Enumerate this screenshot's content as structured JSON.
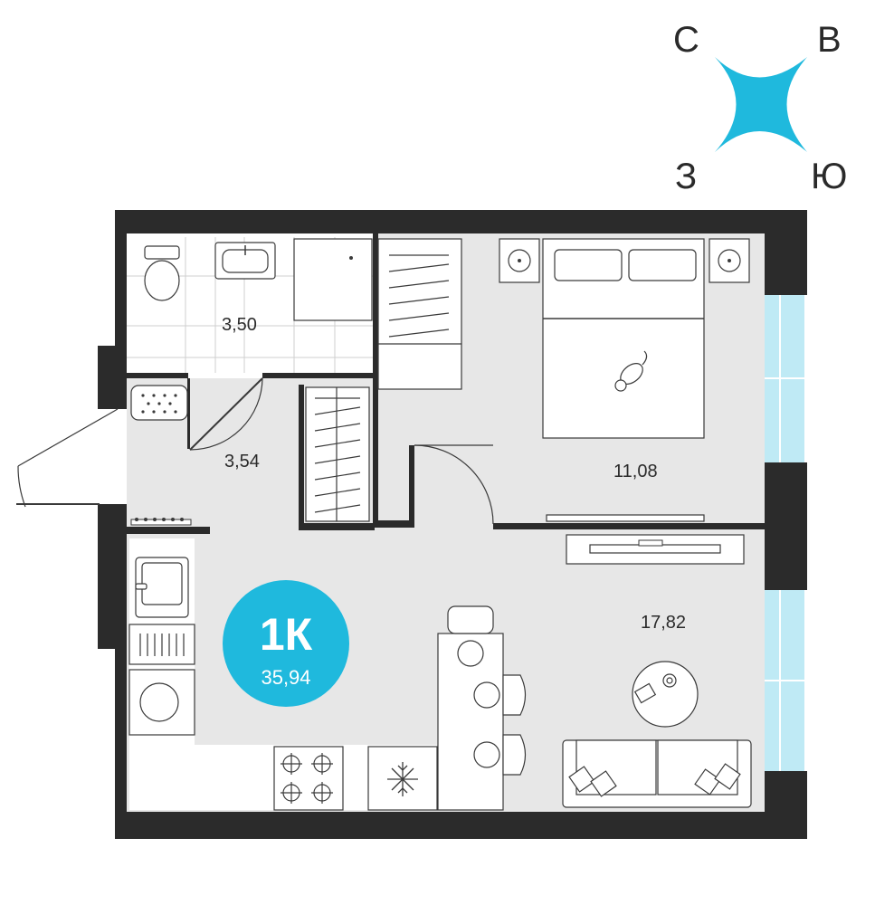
{
  "compass": {
    "north": "С",
    "east": "В",
    "west": "З",
    "south": "Ю",
    "color": "#1fb9dd"
  },
  "badge": {
    "type": "1К",
    "total_area": "35,94",
    "color": "#1fb9dd"
  },
  "rooms": [
    {
      "name": "bathroom",
      "area": "3,50"
    },
    {
      "name": "hallway",
      "area": "3,54"
    },
    {
      "name": "bedroom",
      "area": "11,08"
    },
    {
      "name": "living-kitchen",
      "area": "17,82"
    }
  ],
  "colors": {
    "wall": "#2b2b2b",
    "floor": "#e7e7e7",
    "window": "#bfeaf5"
  }
}
